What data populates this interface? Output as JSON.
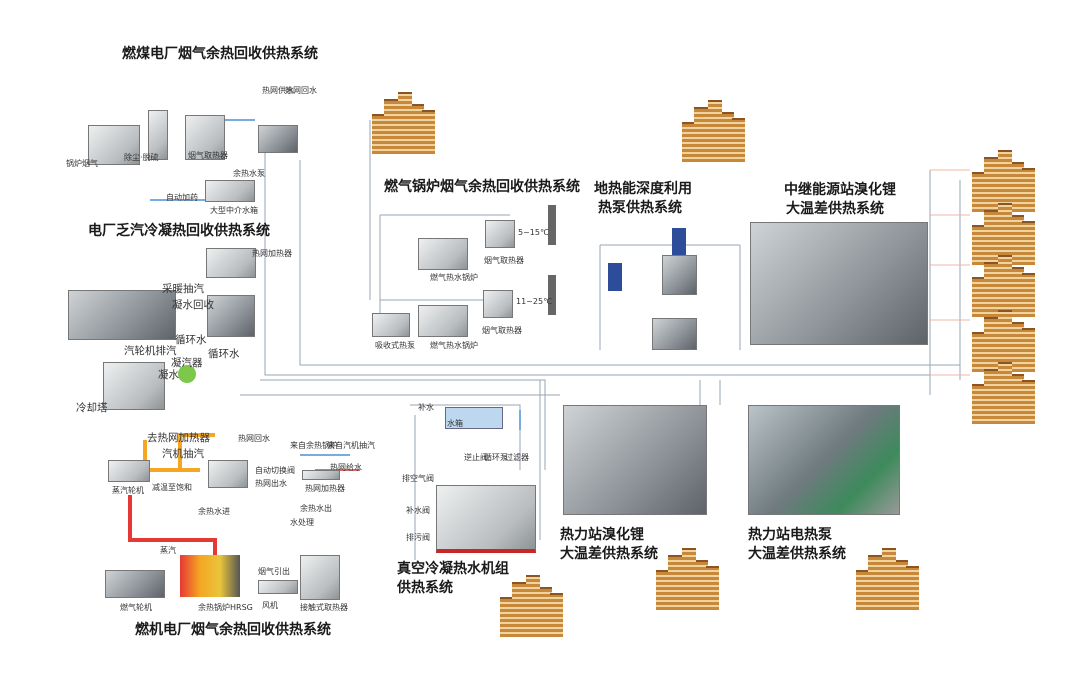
{
  "titles": {
    "coal": "燃煤电厂烟气余热回收供热系统",
    "exhaust": "电厂乏汽冷凝热回收供热系统",
    "gas_turbine": "燃机电厂烟气余热回收供热系统",
    "gas_boiler": "燃气锅炉烟气余热回收供热系统",
    "geo_1": "地热能深度利用",
    "geo_2": "热泵供热系统",
    "relay_1": "中继能源站溴化锂",
    "relay_2": "大温差供热系统",
    "vacuum_1": "真空冷凝热水机组",
    "vacuum_2": "供热系统",
    "libr_1": "热力站溴化锂",
    "libr_2": "大温差供热系统",
    "hp_1": "热力站电热泵",
    "hp_2": "大温差供热系统"
  },
  "coal_labels": [
    "锅炉烟气",
    "除尘·脱硫",
    "烟气取热器",
    "余热水泵",
    "大型中介水箱",
    "自动加药",
    "热网供水",
    "热网回水"
  ],
  "exhaust_labels": {
    "heater": "热网加热器",
    "extraction": "采暖抽汽",
    "condensate": "凝水回收",
    "circ1": "循环水",
    "circ2": "循环水",
    "turbine_exhaust": "汽轮机排汽",
    "condenser": "凝汽器",
    "cond_water": "凝水",
    "cooling_tower": "冷却塔"
  },
  "gt_labels": {
    "to_heater": "去热网加热器",
    "extraction": "汽机抽汽",
    "steam_turbine": "蒸汽轮机",
    "desuper": "减温至饱和",
    "return": "热网回水",
    "valve": "自动切换阀",
    "supply_out": "热网出水",
    "from_hrsg": "来自余热锅炉",
    "from_turbine": "来自汽机抽汽",
    "net_supply": "热网给水",
    "net_heater": "热网加热器",
    "waste_in": "余热水进",
    "waste_out": "余热水出",
    "water_treat": "水处理",
    "steam": "蒸汽",
    "flue_out": "烟气引出",
    "gas_turbine": "燃气轮机",
    "hrsg": "余热锅炉HRSG",
    "fan": "风机",
    "contact_heater": "接触式取热器"
  },
  "boiler_labels": [
    "燃气热水锅炉",
    "燃气热水锅炉",
    "烟气取热器",
    "烟气取热器",
    "吸收式热泵",
    "5~15℃",
    "11~25℃"
  ],
  "vacuum_labels": {
    "makeup": "补水",
    "tank": "水箱",
    "check_valve": "逆止阀",
    "pump": "循环泵",
    "filter": "过滤器",
    "vent": "排空气阀",
    "makeup_valve": "补水阀",
    "drain": "排污阀"
  },
  "colors": {
    "steam": "#e53935",
    "hot": "#f5a623",
    "return": "#4a90d9",
    "pipe": "#9aa4b5",
    "building": "#c7883a"
  }
}
